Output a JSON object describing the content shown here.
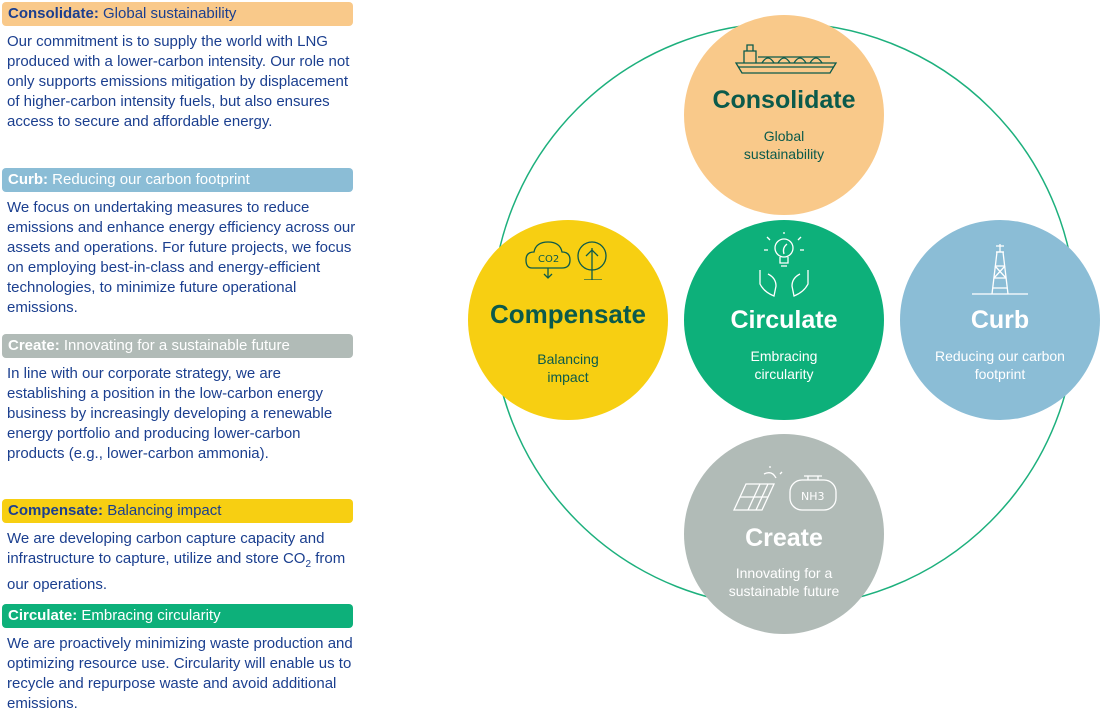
{
  "colors": {
    "consolidate": "#f9c98a",
    "curb": "#8bbdd6",
    "create": "#b1bbb7",
    "compensate": "#f7cf12",
    "circulate": "#0db07a",
    "ring": "#1db07d",
    "text_blue": "#1b3f8f",
    "dark_green": "#0b5a4b"
  },
  "sections": [
    {
      "key": "consolidate",
      "header_bold": "Consolidate",
      "header_text": " Global sustainability",
      "body": "Our commitment is to supply the world with LNG produced with a lower-carbon intensity. Our role not only supports emissions mitigation by displacement of higher-carbon intensity fuels, but also ensures access to secure and affordable energy."
    },
    {
      "key": "curb",
      "header_bold": "Curb",
      "header_text": " Reducing our carbon footprint",
      "body": "We focus on undertaking measures to reduce emissions and enhance energy efficiency across our assets and operations. For future projects, we focus on employing best-in-class and energy-efficient technologies, to minimize future operational emissions."
    },
    {
      "key": "create",
      "header_bold": "Create",
      "header_text": " Innovating for a sustainable future",
      "body": "In line with our corporate strategy, we are establishing a position in the low-carbon energy business by increasingly developing a renewable energy portfolio and producing lower-carbon products (e.g., lower-carbon ammonia)."
    },
    {
      "key": "compensate",
      "header_bold": "Compensate",
      "header_text": " Balancing impact",
      "body_before": "We are developing carbon capture capacity and infrastructure to capture, utilize and store CO",
      "body_sub": "2",
      "body_after": " from our operations."
    },
    {
      "key": "circulate",
      "header_bold": "Circulate",
      "header_text": " Embracing circularity",
      "body": "We are proactively minimizing waste production and optimizing resource use. Circularity will enable us to recycle and repurpose waste and avoid additional emissions."
    }
  ],
  "circles": {
    "consolidate": {
      "title": "Consolidate",
      "subtitle": "Global sustainability",
      "icon": "lng-ship-icon"
    },
    "compensate": {
      "title": "Compensate",
      "subtitle": "Balancing impact",
      "icon": "co2-cloud-tree-icon",
      "icon_text": "CO2"
    },
    "circulate": {
      "title": "Circulate",
      "subtitle": "Embracing circularity",
      "icon": "hands-lightbulb-icon"
    },
    "curb": {
      "title": "Curb",
      "subtitle": "Reducing our carbon footprint",
      "icon": "oil-rig-icon"
    },
    "create": {
      "title": "Create",
      "subtitle": "Innovating for a sustainable future",
      "icon": "solar-panel-ammonia-tank-icon",
      "icon_text": "NH3"
    }
  }
}
